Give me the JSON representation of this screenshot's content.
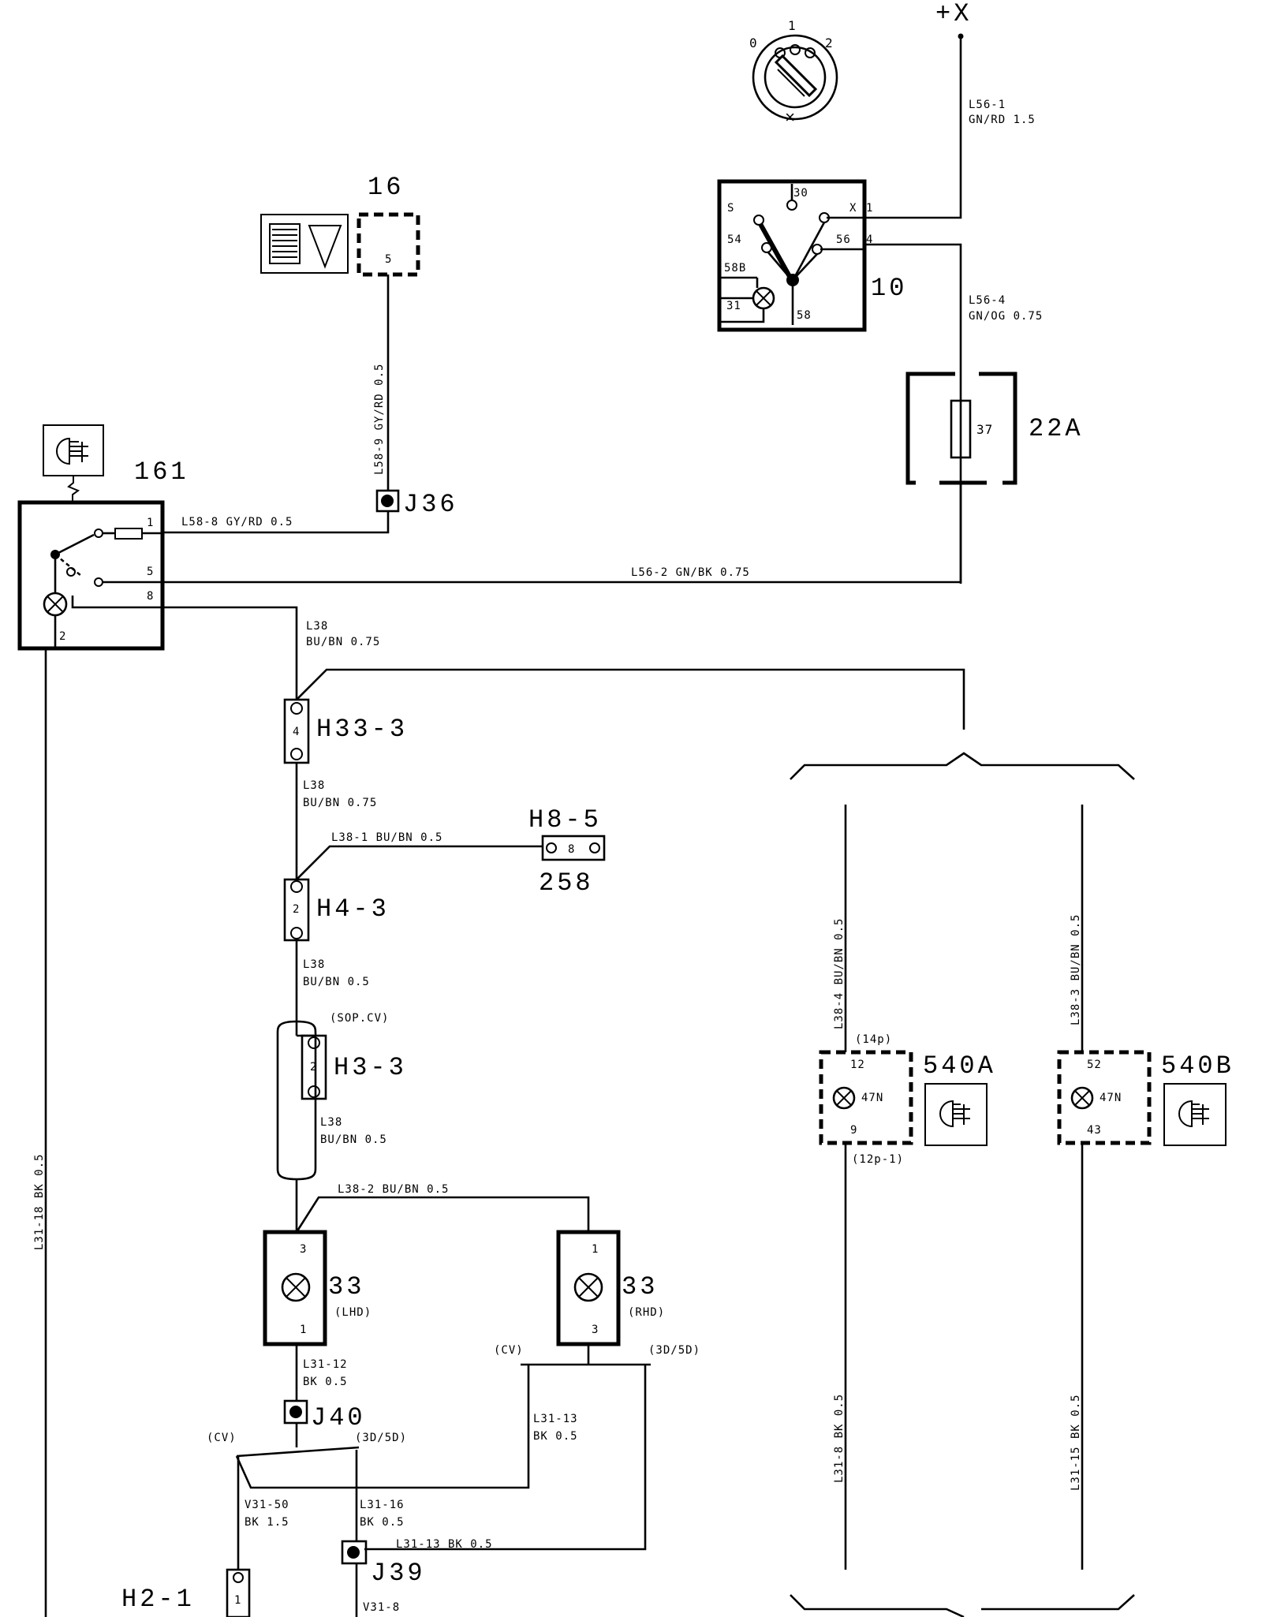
{
  "supply": {
    "plus_x": "+X"
  },
  "ignition": {
    "positions": [
      "0",
      "1",
      "2"
    ]
  },
  "components": {
    "c16": "16",
    "c16_pin": "5",
    "c10": "10",
    "c10_pins": [
      "30",
      "S",
      "X",
      "1",
      "54",
      "56",
      "4",
      "58B",
      "31",
      "58"
    ],
    "c22a": "22A",
    "c22a_fuse": "37",
    "c161": "161",
    "c161_pins": [
      "1",
      "5",
      "8",
      "2"
    ],
    "j36": "J36",
    "j40": "J40",
    "j39": "J39",
    "h33": "H33-3",
    "h33_pin": "4",
    "h8": "H8-5",
    "h8_pin": "8",
    "c258": "258",
    "h4": "H4-3",
    "h4_pin": "2",
    "h3": "H3-3",
    "h3_pin": "2",
    "h2": "H2-1",
    "h2_pin": "1",
    "c33": "33",
    "lhd": "(LHD)",
    "rhd": "(RHD)",
    "lhd_pins": [
      "3",
      "1"
    ],
    "rhd_pins": [
      "1",
      "3"
    ],
    "c540a": "540A",
    "c540b": "540B",
    "c540a_pins": [
      "12",
      "47N",
      "9"
    ],
    "c540b_pins": [
      "52",
      "47N",
      "43"
    ],
    "p14": "(14p)",
    "p12": "(12p-1)",
    "sop_cv": "(SOP.CV)",
    "cv": "(CV)",
    "d3d5": "(3D/5D)"
  },
  "wires": {
    "l56_1_a": "L56-1",
    "l56_1_b": "GN/RD 1.5",
    "l56_4_a": "L56-4",
    "l56_4_b": "GN/OG 0.75",
    "l56_2": "L56-2 GN/BK  0.75",
    "l58_9": "L58-9 GY/RD  0.5",
    "l58_8": "L58-8 GY/RD  0.5",
    "l38_a1": "L38",
    "l38_a2": "BU/BN 0.75",
    "l38_b1": "L38",
    "l38_b2": "BU/BN 0.75",
    "l38_1": "L38-1 BU/BN  0.5",
    "l38_c1": "L38",
    "l38_c2": "BU/BN 0.5",
    "l38_d1": "L38",
    "l38_d2": "BU/BN 0.5",
    "l38_2": "L38-2 BU/BN  0.5",
    "l38_4": "L38-4 BU/BN  0.5",
    "l38_3": "L38-3 BU/BN  0.5",
    "l31_12a": "L31-12",
    "l31_12b": "BK 0.5",
    "l31_13a": "L31-13",
    "l31_13b": "BK 0.5",
    "l31_13h": "L31-13  BK  0.5",
    "v31_50a": "V31-50",
    "v31_50b": "BK 1.5",
    "l31_16a": "L31-16",
    "l31_16b": "BK 0.5",
    "v31_8": "V31-8",
    "l31_18": "L31-18  BK  0.5",
    "l31_8": "L31-8  BK  0.5",
    "l31_15": "L31-15  BK  0.5"
  }
}
